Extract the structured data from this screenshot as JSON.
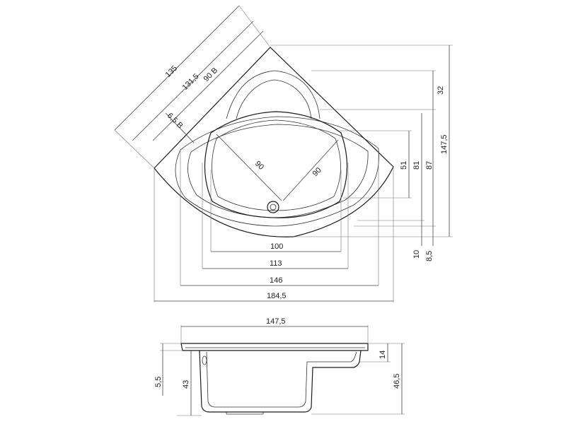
{
  "top_view": {
    "diagonal_labels": {
      "d135": "135",
      "d131_5": "131,5",
      "d90b": "90 B",
      "d6_5b": "6,5 B"
    },
    "inner_labels": {
      "d90_left": "90",
      "d90_right": "90"
    },
    "vertical_labels": {
      "d32": "32",
      "d147_5": "147,5",
      "d51": "51",
      "d81": "81",
      "d87": "87",
      "d10": "10",
      "d8_5": "8,5"
    },
    "horizontal_labels": {
      "d100": "100",
      "d113": "113",
      "d146": "146",
      "d184_5": "184,5"
    }
  },
  "side_view": {
    "labels": {
      "d147_5": "147,5",
      "d5_5": "5,5",
      "d43": "43",
      "d14": "14",
      "d46_5": "46,5"
    }
  }
}
